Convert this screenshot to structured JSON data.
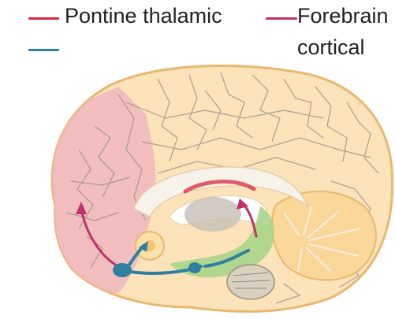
{
  "legend": {
    "items": [
      {
        "label": "Pontine thalamic",
        "color": "#d9283c"
      },
      {
        "label": "Forebrain",
        "color": "#c0306a"
      },
      {
        "label": "",
        "color": "#2f7fa1"
      },
      {
        "label": "cortical",
        "color": ""
      }
    ]
  },
  "colors": {
    "brain_fill": "#fce3b9",
    "brain_outline": "#e8b870",
    "vessel_lines": "#8f8a82",
    "frontal_lobe": "#eeb7bd",
    "cerebellum": "#fbd79a",
    "brainstem_green": "#a9d48a",
    "corpus_callosum": "#f8f3ea",
    "thalamus": "#c9c2b8",
    "forebrain_pathway": "#c0306a",
    "pontine_pathway": "#2f7fa1",
    "red_arc": "#d9283c"
  }
}
